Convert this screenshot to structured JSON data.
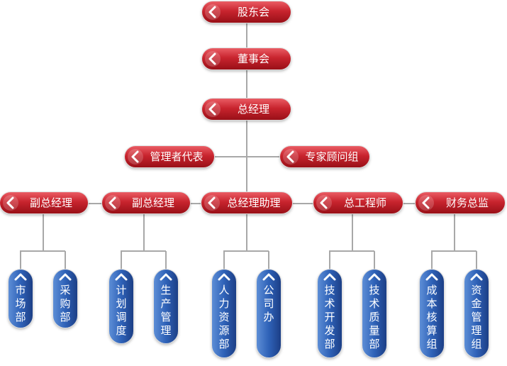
{
  "org": {
    "shareholders": "股东会",
    "board": "董事会",
    "gm": "总经理",
    "mgmt_rep": "管理者代表",
    "expert_group": "专家顾问组",
    "vgm1": "副总经理",
    "vgm2": "副总经理",
    "gm_assistant": "总经理助理",
    "chief_engineer": "总工程师",
    "cfo": "财务总监",
    "depts": {
      "market": "市场部",
      "purchase": "采购部",
      "plan": "计划调度",
      "production": "生产管理",
      "hr": "人力资源部",
      "office": "公司办",
      "tech_dev": "技术开发部",
      "tech_quality": "技术质量部",
      "cost": "成本核算组",
      "fund": "资金管理组"
    }
  },
  "colors": {
    "pill": "#c8242e",
    "capsule": "#2f62b8",
    "line": "#a8a8a8"
  }
}
